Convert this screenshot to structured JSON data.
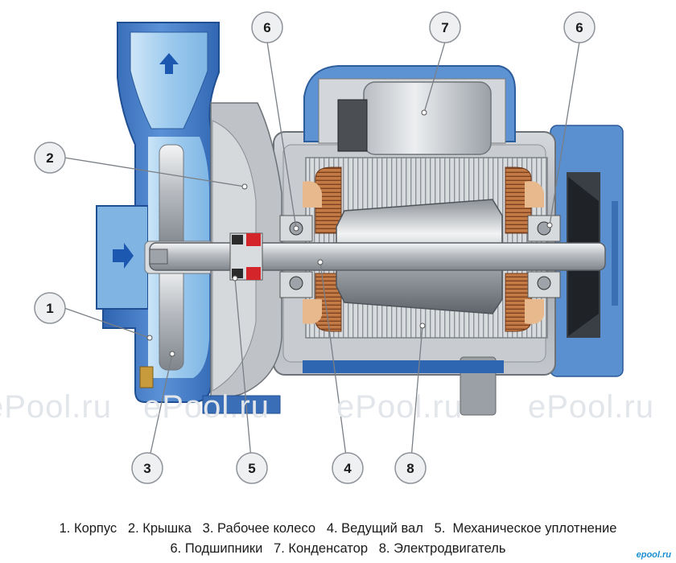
{
  "watermarks": [
    "ePool.ru",
    "ePool.ru",
    "ePool.ru",
    "ePool.ru"
  ],
  "corner_tag": "epool.ru",
  "callouts": [
    {
      "id": "6",
      "label": "6"
    },
    {
      "id": "7",
      "label": "7"
    },
    {
      "id": "6b",
      "label": "6"
    },
    {
      "id": "2",
      "label": "2"
    },
    {
      "id": "1",
      "label": "1"
    },
    {
      "id": "3",
      "label": "3"
    },
    {
      "id": "5",
      "label": "5"
    },
    {
      "id": "4",
      "label": "4"
    },
    {
      "id": "8",
      "label": "8"
    }
  ],
  "legend": {
    "line1": "1. Корпус   2. Крышка   3. Рабочее колесо   4. Ведущий вал   5.  Механическое уплотнение",
    "line2": "6. Подшипники   7. Конденсатор   8. Электродвигатель"
  },
  "colors": {
    "housing_blue": "#3f78c4",
    "cavity_blue": "#a9d3f1",
    "motor_gray": "#b7bcc2",
    "winding_copper": "#b06a3c",
    "callout_fill": "#eef0f2"
  }
}
